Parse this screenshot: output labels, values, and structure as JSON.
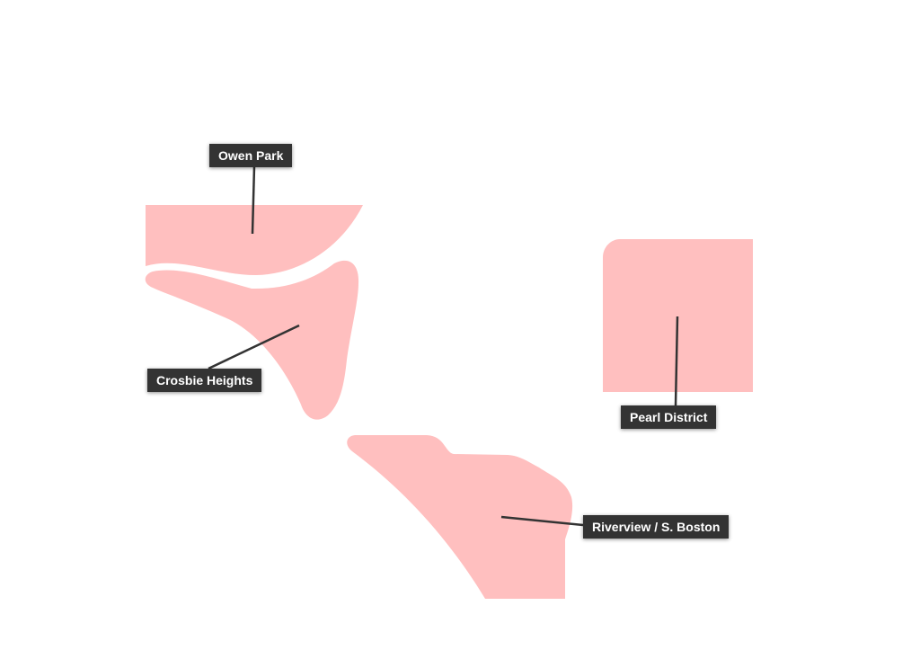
{
  "map": {
    "region_fill": "#ffbfbf",
    "leader_color": "#333333",
    "regions": [
      {
        "id": "owen-park",
        "label": "Owen Park"
      },
      {
        "id": "crosbie-heights",
        "label": "Crosbie Heights"
      },
      {
        "id": "pearl-district",
        "label": "Pearl District"
      },
      {
        "id": "riverview",
        "label": "Riverview / S. Boston"
      }
    ]
  }
}
